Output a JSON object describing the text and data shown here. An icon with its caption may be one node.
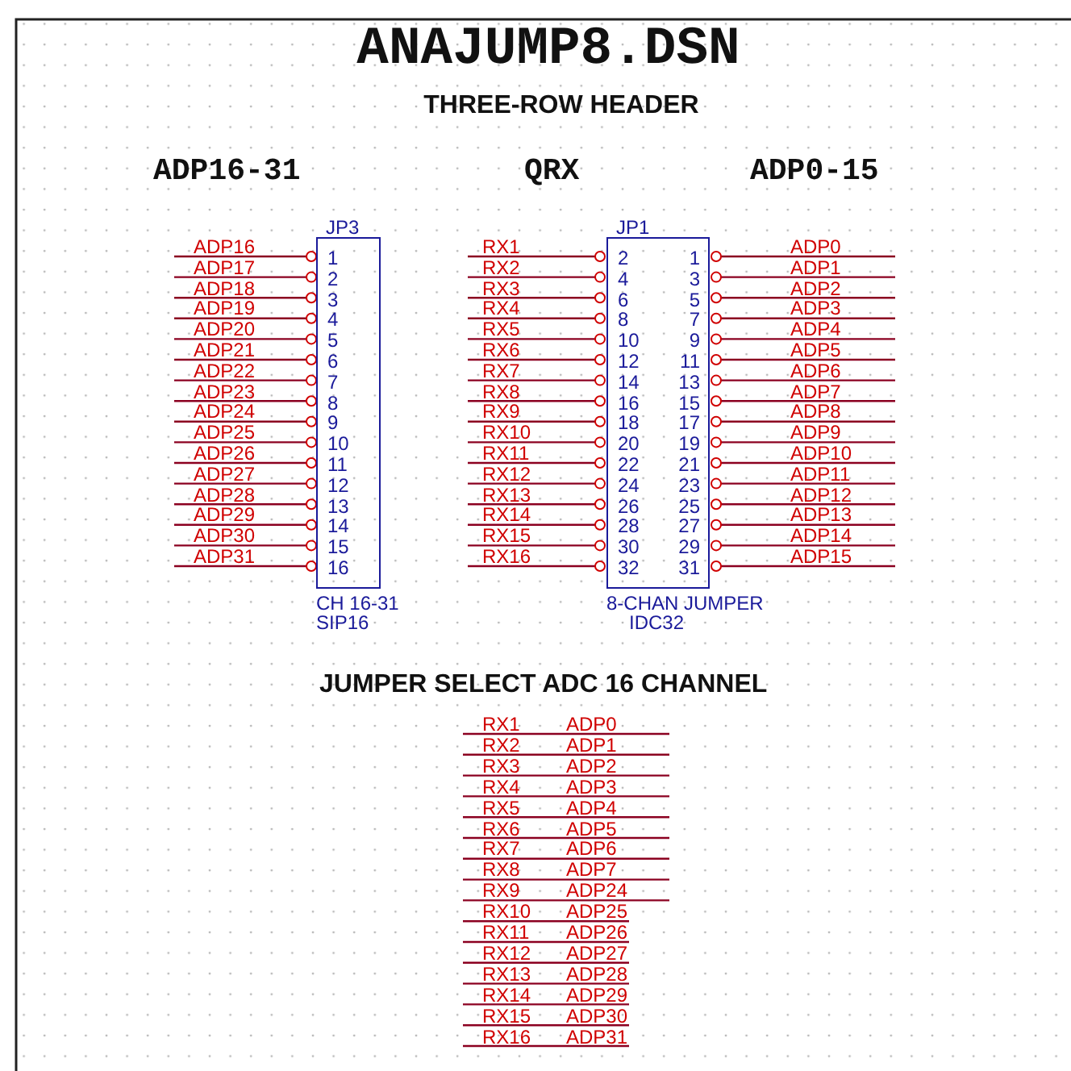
{
  "diagram": {
    "title": "ANAJUMP8.DSN",
    "nodes": [
      {
        "text": [
          "JP3",
          "CH 16-31",
          "SIP16"
        ]
      },
      {
        "text": [
          "JP1",
          "8-CHAN JUMPER",
          "IDC32"
        ]
      }
    ],
    "labels": [
      "THREE-ROW HEADER",
      "ADP16-31",
      "QRX",
      "ADP0-15",
      "ADP16",
      "ADP17",
      "ADP18",
      "ADP19",
      "ADP20",
      "ADP21",
      "ADP22",
      "ADP23",
      "ADP24",
      "ADP25",
      "ADP26",
      "ADP27",
      "ADP28",
      "ADP29",
      "ADP30",
      "ADP31",
      "1",
      "2",
      "3",
      "4",
      "5",
      "6",
      "7",
      "8",
      "9",
      "10",
      "11",
      "12",
      "13",
      "14",
      "15",
      "16",
      "RX1",
      "RX2",
      "RX3",
      "RX4",
      "RX5",
      "RX6",
      "RX7",
      "RX8",
      "RX9",
      "RX10",
      "RX11",
      "RX12",
      "RX13",
      "RX14",
      "RX15",
      "RX16",
      "2",
      "4",
      "6",
      "8",
      "10",
      "12",
      "14",
      "16",
      "18",
      "20",
      "22",
      "24",
      "26",
      "28",
      "30",
      "32",
      "1",
      "3",
      "5",
      "7",
      "9",
      "11",
      "13",
      "15",
      "17",
      "19",
      "21",
      "23",
      "25",
      "27",
      "29",
      "31",
      "ADP0",
      "ADP1",
      "ADP2",
      "ADP3",
      "ADP4",
      "ADP5",
      "ADP6",
      "ADP7",
      "ADP8",
      "ADP9",
      "ADP10",
      "ADP11",
      "ADP12",
      "ADP13",
      "ADP14",
      "ADP15",
      "JUMPER SELECT ADC 16 CHANNEL",
      "RX1",
      "ADP0",
      "RX2",
      "ADP1",
      "RX3",
      "ADP2",
      "RX4",
      "ADP3",
      "RX5",
      "ADP4",
      "RX6",
      "ADP5",
      "RX7",
      "ADP6",
      "RX8",
      "ADP7",
      "RX9",
      "ADP24",
      "RX10",
      "ADP25",
      "RX11",
      "ADP26",
      "RX12",
      "ADP27",
      "RX13",
      "ADP28",
      "RX14",
      "ADP29",
      "RX15",
      "ADP30",
      "RX16",
      "ADP31"
    ]
  }
}
